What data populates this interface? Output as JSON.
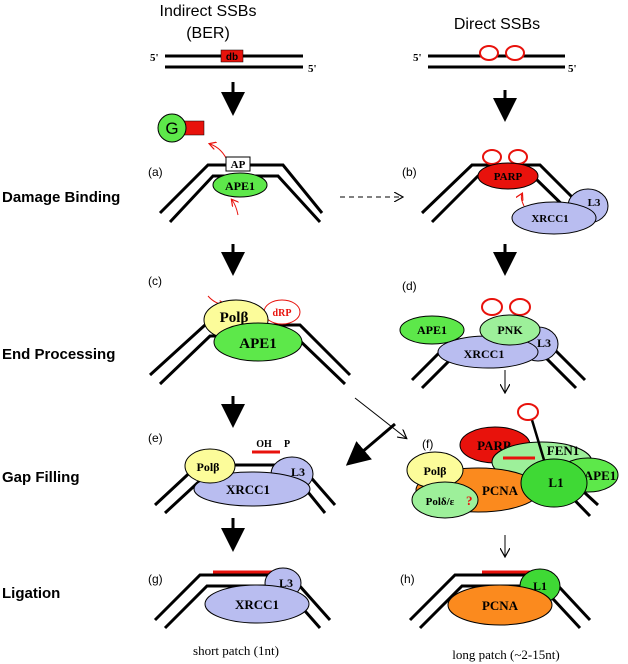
{
  "headers": {
    "indirect": "Indirect SSBs",
    "ber": "(BER)",
    "direct": "Direct SSBs"
  },
  "stages": [
    "Damage Binding",
    "End Processing",
    "Gap Filling",
    "Ligation"
  ],
  "strand_labels": {
    "five_prime": "5'"
  },
  "lesion": "db",
  "glycosylase": "G",
  "panels": {
    "a": {
      "tag": "(a)",
      "ap": "AP",
      "ape1": "APE1"
    },
    "b": {
      "tag": "(b)",
      "parp": "PARP",
      "xrcc1": "XRCC1",
      "l3": "L3"
    },
    "c": {
      "tag": "(c)",
      "polb": "Polβ",
      "drp": "dRP",
      "ape1": "APE1"
    },
    "d": {
      "tag": "(d)",
      "ape1": "APE1",
      "pnk": "PNK",
      "xrcc1": "XRCC1",
      "l3": "L3"
    },
    "e": {
      "tag": "(e)",
      "polb": "Polβ",
      "oh": "OH",
      "p": "P",
      "xrcc1": "XRCC1",
      "l3": "L3"
    },
    "f": {
      "tag": "(f)",
      "parp": "PARP",
      "fen1": "FEN1",
      "polb": "Polβ",
      "l1": "L1",
      "ape1": "APE1",
      "pold": "Polδ/ε",
      "q": "?",
      "pcna": "PCNA"
    },
    "g": {
      "tag": "(g)",
      "l3": "L3",
      "xrcc1": "XRCC1"
    },
    "h": {
      "tag": "(h)",
      "l1": "L1",
      "pcna": "PCNA"
    }
  },
  "footers": {
    "short": "short patch (1nt)",
    "long": "long patch (~2-15nt)"
  },
  "colors": {
    "red": "#e8120c",
    "green": "#5de84a",
    "light_green": "#9df09a",
    "lavender": "#b9bdf0",
    "yellow": "#fcfc9a",
    "orange": "#fb8a1e"
  }
}
